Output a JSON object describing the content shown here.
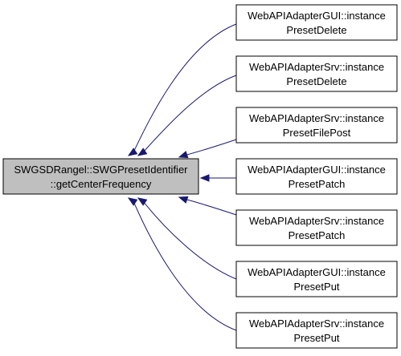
{
  "colors": {
    "background": "#ffffff",
    "node_border": "#000000",
    "node_fill": "#ffffff",
    "focus_fill": "#bfbfbf",
    "edge": "#191970"
  },
  "focus_node": {
    "line1": "SWGSDRangel::SWGPresetIdentifier",
    "line2": "::getCenterFrequency"
  },
  "callers": [
    {
      "line1": "WebAPIAdapterGUI::instance",
      "line2": "PresetDelete"
    },
    {
      "line1": "WebAPIAdapterSrv::instance",
      "line2": "PresetDelete"
    },
    {
      "line1": "WebAPIAdapterSrv::instance",
      "line2": "PresetFilePost"
    },
    {
      "line1": "WebAPIAdapterGUI::instance",
      "line2": "PresetPatch"
    },
    {
      "line1": "WebAPIAdapterSrv::instance",
      "line2": "PresetPatch"
    },
    {
      "line1": "WebAPIAdapterGUI::instance",
      "line2": "PresetPut"
    },
    {
      "line1": "WebAPIAdapterSrv::instance",
      "line2": "PresetPut"
    }
  ]
}
